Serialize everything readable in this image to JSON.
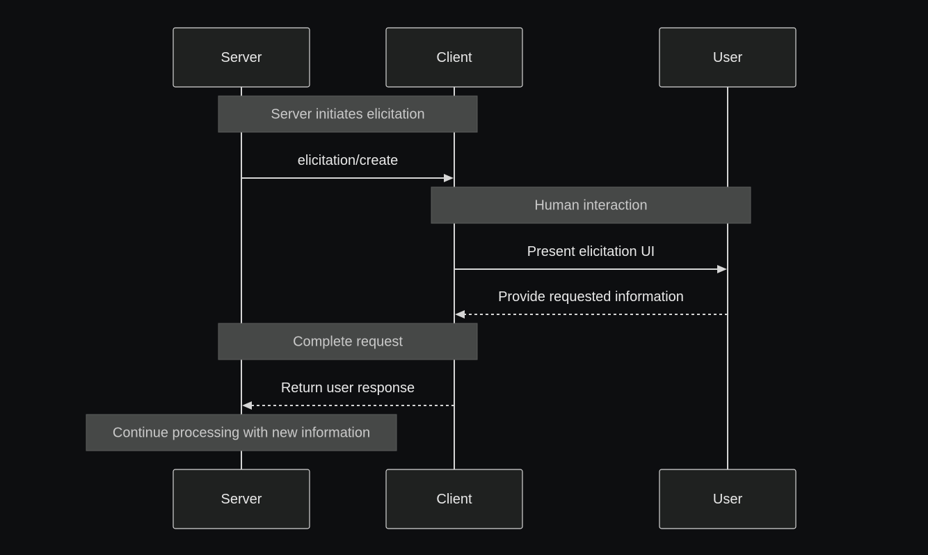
{
  "actors": [
    {
      "id": "server",
      "label": "Server"
    },
    {
      "id": "client",
      "label": "Client"
    },
    {
      "id": "user",
      "label": "User"
    }
  ],
  "steps": [
    {
      "kind": "note",
      "text": "Server initiates elicitation",
      "over": [
        "server",
        "client"
      ]
    },
    {
      "kind": "message",
      "text": "elicitation/create",
      "from": "server",
      "to": "client",
      "style": "solid"
    },
    {
      "kind": "note",
      "text": "Human interaction",
      "over": [
        "client",
        "user"
      ]
    },
    {
      "kind": "message",
      "text": "Present elicitation UI",
      "from": "client",
      "to": "user",
      "style": "solid"
    },
    {
      "kind": "message",
      "text": "Provide requested information",
      "from": "user",
      "to": "client",
      "style": "dashed"
    },
    {
      "kind": "note",
      "text": "Complete request",
      "over": [
        "server",
        "client"
      ]
    },
    {
      "kind": "message",
      "text": "Return user response",
      "from": "client",
      "to": "server",
      "style": "dashed"
    },
    {
      "kind": "note",
      "text": "Continue processing with new information",
      "over": [
        "server"
      ]
    }
  ],
  "colors": {
    "background": "#0d0e10",
    "actor_fill": "#1f2120",
    "line": "#d6d6d6",
    "note_fill": "#464847"
  }
}
